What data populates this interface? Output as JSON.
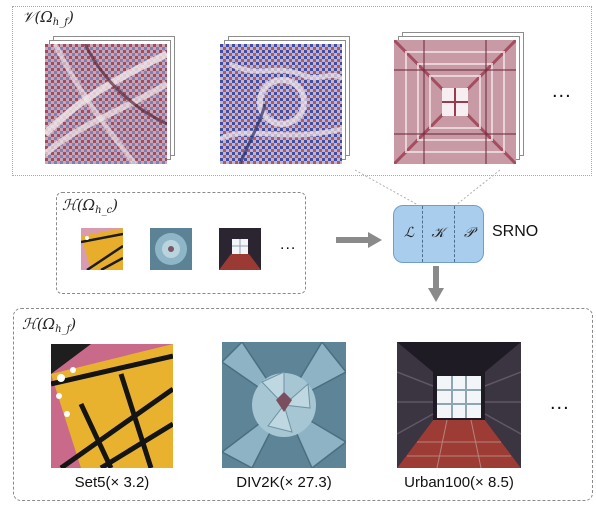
{
  "labels": {
    "v_space": "𝒱(Ω",
    "v_sub": "h_f",
    "hc_space": "ℋ(Ω",
    "hc_sub": "h_c",
    "hf_space": "ℋ(Ω",
    "hf_sub": "h_f",
    "close": ")"
  },
  "operator": {
    "name": "SRNO",
    "parts": [
      "ℒ",
      "𝒦",
      "𝒫"
    ]
  },
  "ellipsis": {
    "top": "...",
    "middle": "...",
    "bottom": "..."
  },
  "captions": [
    "Set5(× 3.2)",
    "DIV2K(× 27.3)",
    "Urban100(× 8.5)"
  ],
  "colors": {
    "operator_fill": "#a9cdec",
    "arrow": "#8a8a8a"
  }
}
